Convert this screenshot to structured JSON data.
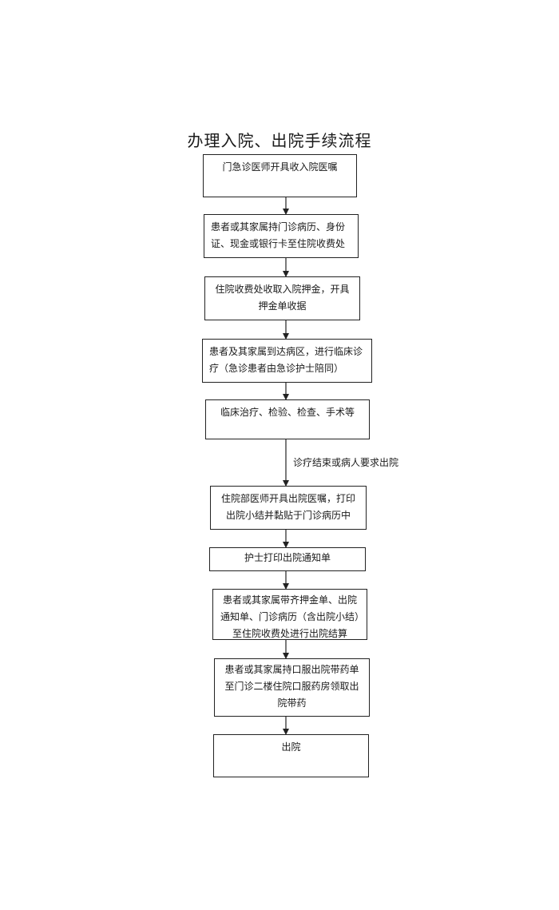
{
  "title": "办理入院、出院手续流程",
  "steps": [
    {
      "text": "门急诊医师开具收入院医嘱"
    },
    {
      "text": "患者或其家属持门诊病历、身份证、现金或银行卡至住院收费处"
    },
    {
      "text": "住院收费处收取入院押金，开具押金单收据"
    },
    {
      "text": "患者及其家属到达病区，进行临床诊疗（急诊患者由急诊护士陪同）"
    },
    {
      "text": "临床治疗、检验、检查、手术等"
    },
    {
      "text": "住院部医师开具出院医嘱，打印出院小结并黏贴于门诊病历中"
    },
    {
      "text": "护士打印出院通知单"
    },
    {
      "text": "患者或其家属带齐押金单、出院通知单、门诊病历（含出院小结）至住院收费处进行出院结算"
    },
    {
      "text": "患者或其家属持口服出院带药单至门诊二楼住院口服药房领取出院带药"
    },
    {
      "text": "出院"
    }
  ],
  "edge_label": "诊疗结束或病人要求出院"
}
